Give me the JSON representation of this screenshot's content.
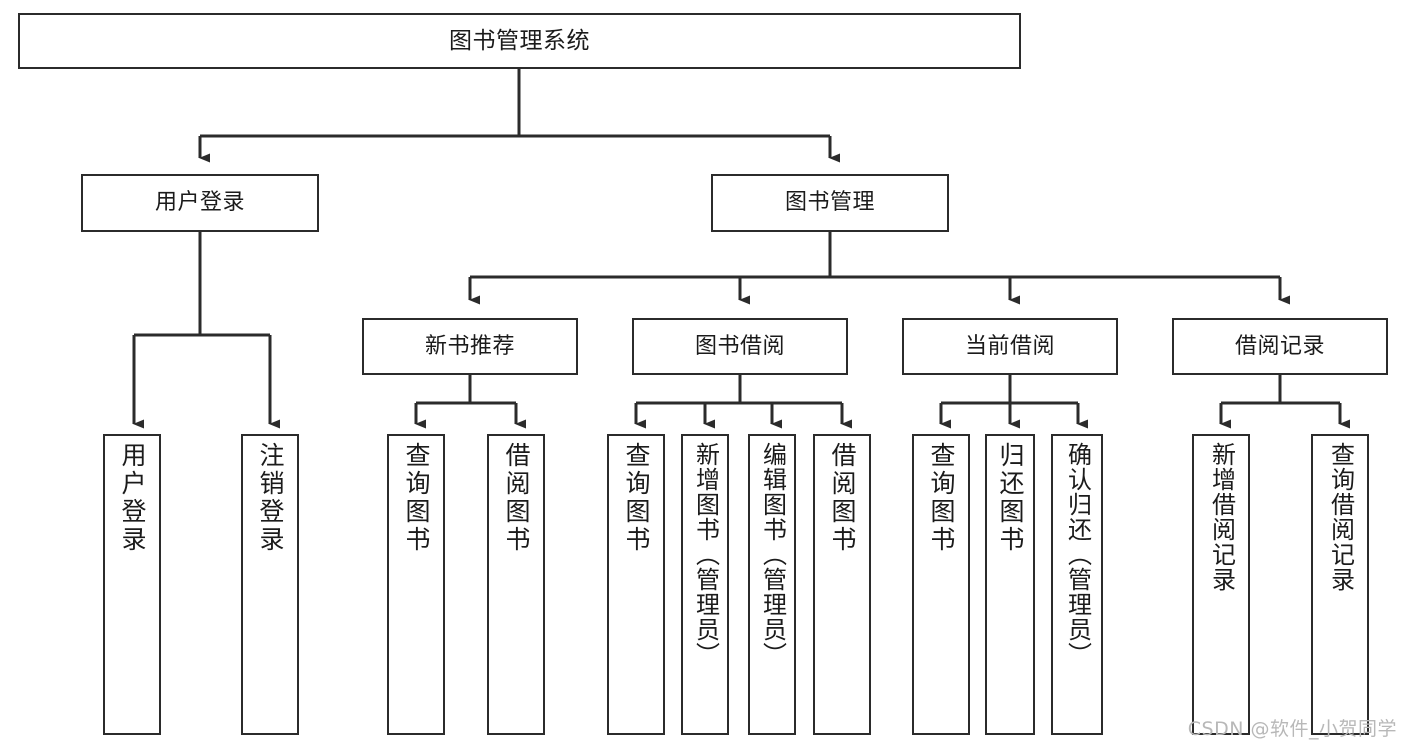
{
  "diagram": {
    "title": "图书管理系统",
    "type": "tree-hierarchy-chart",
    "watermark": "CSDN @软件_小贺同学",
    "colors": {
      "box_border": "#2b2b2b",
      "box_fill": "#ffffff",
      "connector": "#2b2b2b",
      "text": "#1b1b1b",
      "watermark": "#b8b8b8"
    }
  },
  "nodes": {
    "root": {
      "label": "图书管理系统"
    },
    "level1": [
      {
        "label": "用户登录"
      },
      {
        "label": "图书管理"
      }
    ],
    "level2": [
      {
        "label": "新书推荐"
      },
      {
        "label": "图书借阅"
      },
      {
        "label": "当前借阅"
      },
      {
        "label": "借阅记录"
      }
    ],
    "leaves": {
      "user_login": [
        {
          "label": "用户登录"
        },
        {
          "label": "注销登录"
        }
      ],
      "new_book_recommend": [
        {
          "label": "查询图书"
        },
        {
          "label": "借阅图书"
        }
      ],
      "book_borrow": [
        {
          "label": "查询图书"
        },
        {
          "label": "新增图书（管理员）"
        },
        {
          "label": "编辑图书（管理员）"
        },
        {
          "label": "借阅图书"
        }
      ],
      "current_borrow": [
        {
          "label": "查询图书"
        },
        {
          "label": "归还图书"
        },
        {
          "label": "确认归还（管理员）"
        }
      ],
      "borrow_records": [
        {
          "label": "新增借阅记录"
        },
        {
          "label": "查询借阅记录"
        }
      ]
    }
  }
}
